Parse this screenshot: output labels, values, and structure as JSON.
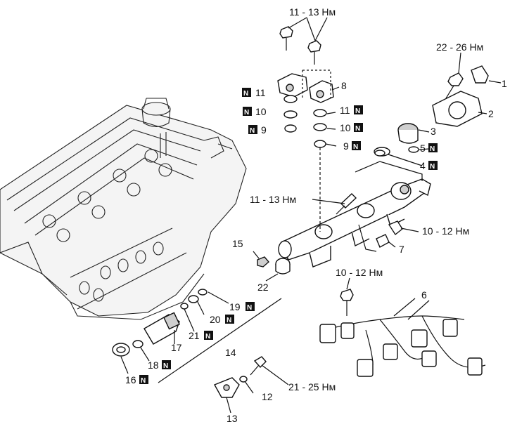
{
  "torque": {
    "bolts_top": "11 - 13 Нм",
    "bracket_bolt": "22 - 26 Нм",
    "rail_bolt": "11 - 13 Нм",
    "sensor_bolt": "10 - 12 Нм",
    "harness_bolt": "10 - 12 Нм",
    "holder_bolt": "21 - 25 Нм"
  },
  "new_part_marker": "N",
  "parts": [
    {
      "num": "1",
      "new": false
    },
    {
      "num": "2",
      "new": false
    },
    {
      "num": "3",
      "new": false
    },
    {
      "num": "4",
      "new": true
    },
    {
      "num": "5",
      "new": true
    },
    {
      "num": "6",
      "new": false
    },
    {
      "num": "7",
      "new": false
    },
    {
      "num": "8",
      "new": false
    },
    {
      "num": "9",
      "new": true,
      "side": "left"
    },
    {
      "num": "9",
      "new": true,
      "side": "right"
    },
    {
      "num": "10",
      "new": true,
      "side": "left"
    },
    {
      "num": "10",
      "new": true,
      "side": "right"
    },
    {
      "num": "11",
      "new": true,
      "side": "left"
    },
    {
      "num": "11",
      "new": true,
      "side": "right"
    },
    {
      "num": "12",
      "new": false
    },
    {
      "num": "13",
      "new": false
    },
    {
      "num": "14",
      "new": false
    },
    {
      "num": "15",
      "new": false
    },
    {
      "num": "16",
      "new": true
    },
    {
      "num": "17",
      "new": false
    },
    {
      "num": "18",
      "new": true
    },
    {
      "num": "19",
      "new": true
    },
    {
      "num": "20",
      "new": true
    },
    {
      "num": "21",
      "new": true
    },
    {
      "num": "22",
      "new": false
    }
  ]
}
